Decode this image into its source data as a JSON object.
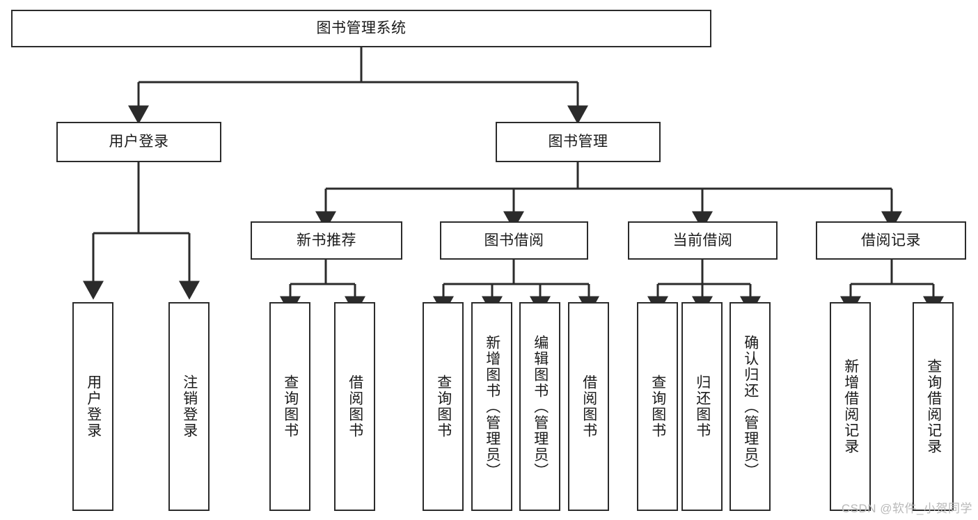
{
  "diagram": {
    "title": "图书管理系统",
    "type": "tree",
    "watermark": "CSDN @软件_小贺同学",
    "colors": {
      "stroke": "#2b2b2b",
      "fill": "#ffffff",
      "watermark": "#b9b9b9"
    },
    "nodes": {
      "root": {
        "label": "图书管理系统"
      },
      "level2": [
        {
          "id": "user-login",
          "label": "用户登录"
        },
        {
          "id": "book-management",
          "label": "图书管理"
        }
      ],
      "level3": [
        {
          "id": "new-book-recommend",
          "label": "新书推荐"
        },
        {
          "id": "book-borrow",
          "label": "图书借阅"
        },
        {
          "id": "current-borrow",
          "label": "当前借阅"
        },
        {
          "id": "borrow-record",
          "label": "借阅记录"
        }
      ],
      "leaves": {
        "user-login": [
          {
            "id": "leaf-user-login",
            "label": "用户登录"
          },
          {
            "id": "leaf-logout",
            "label": "注销登录"
          }
        ],
        "new-book-recommend": [
          {
            "id": "leaf-query-book-1",
            "label": "查询图书"
          },
          {
            "id": "leaf-borrow-book-1",
            "label": "借阅图书"
          }
        ],
        "book-borrow": [
          {
            "id": "leaf-query-book-2",
            "label": "查询图书"
          },
          {
            "id": "leaf-add-book",
            "label": "新增图书（管理员）"
          },
          {
            "id": "leaf-edit-book",
            "label": "编辑图书（管理员）"
          },
          {
            "id": "leaf-borrow-book-2",
            "label": "借阅图书"
          }
        ],
        "current-borrow": [
          {
            "id": "leaf-query-book-3",
            "label": "查询图书"
          },
          {
            "id": "leaf-return-book",
            "label": "归还图书"
          },
          {
            "id": "leaf-confirm-return",
            "label": "确认归还（管理员）"
          }
        ],
        "borrow-record": [
          {
            "id": "leaf-add-record",
            "label": "新增借阅记录"
          },
          {
            "id": "leaf-query-record",
            "label": "查询借阅记录"
          }
        ]
      }
    }
  }
}
